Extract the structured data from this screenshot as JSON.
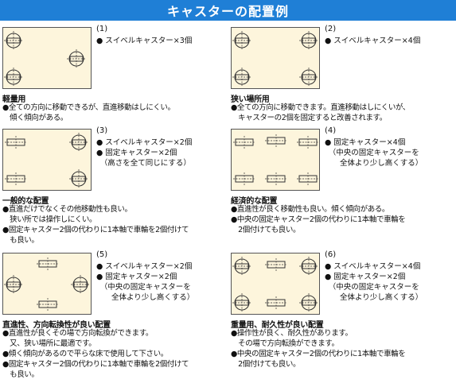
{
  "header": {
    "title": "キャスターの配置例"
  },
  "panels": [
    {
      "num": "(1)",
      "spec": [
        "● スイベルキャスター×3個"
      ],
      "title": "軽量用",
      "desc": [
        "●全ての方向に移動できるが、直進移動はしにくい。\n　傾く傾向がある。"
      ]
    },
    {
      "num": "(2)",
      "spec": [
        "● スイベルキャスター×4個"
      ],
      "title": "狭い場所用",
      "desc": [
        "●全ての方向に移動できます。直進移動はしにくいが、\n　キャスターの2個を固定すると改善されます。"
      ]
    },
    {
      "num": "(3)",
      "spec": [
        "● スイベルキャスター×2個",
        "● 固定キャスター×2個\n　（高さを全て同じにする）"
      ],
      "title": "一般的な配置",
      "desc": [
        "●直進だけでなくその他移動性も良い。\n　狭い所では操作しにくい。",
        "●固定キャスター2個の代わりに1本軸で車輪を2個付けて\n　も良い。"
      ]
    },
    {
      "num": "(4)",
      "spec": [
        "● 固定キャスター×4個\n　（中央の固定キャスターを\n　　全体より少し高くする）"
      ],
      "title": "経済的な配置",
      "desc": [
        "●直進性が良く移動性も良い。傾く傾向がある。",
        "●中央の固定キャスター2個の代わりに1本軸で車輪を\n　2個付けても良い。"
      ]
    },
    {
      "num": "(5)",
      "spec": [
        "● スイベルキャスター×2個",
        "● 固定キャスター×2個\n　（中央の固定キャスターを\n　　全体より少し高くする）"
      ],
      "title": "直進性、方向転換性が良い配置",
      "desc": [
        "●直進性が良くその場で方向転換ができます。\n　又、狭い場所に最適です。",
        "●傾く傾向があるので平らな床で使用して下さい。",
        "●固定キャスター2個の代わりに1本軸で車輪を2個付けて\n　も良い。"
      ]
    },
    {
      "num": "(6)",
      "spec": [
        "● スイベルキャスター×4個",
        "● 固定キャスター×2個\n　（中央の固定キャスターを\n　　全体より少し高くする）"
      ],
      "title": "重量用、耐久性が良い配置",
      "desc": [
        "●操作性が良く、耐久性があります。\n　その場で方向転換ができます。",
        "●中央の固定キャスター2個の代わりに1本軸で車輪を\n　2個付けても良い。"
      ]
    }
  ]
}
